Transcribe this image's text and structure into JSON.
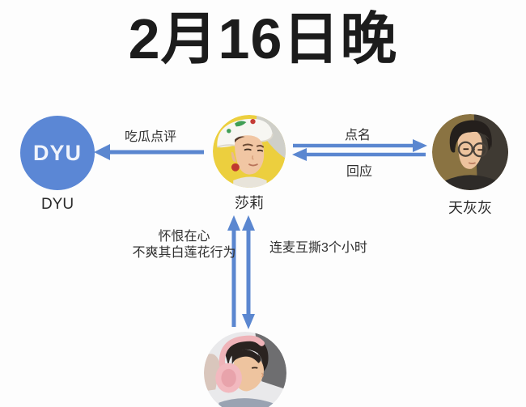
{
  "title": "2月16日晚",
  "nodes": {
    "dyu": {
      "circle_text": "DYU",
      "label": "DYU"
    },
    "shali": {
      "label": "莎莉",
      "avatar": "person-white-cap-yellow-bg"
    },
    "tianhuihui": {
      "label": "天灰灰",
      "avatar": "person-glasses-dark-hair"
    },
    "headphones_person": {
      "avatar": "person-pink-headphones"
    }
  },
  "edges": {
    "gossip": {
      "label": "吃瓜点评",
      "direction": "shali→dyu"
    },
    "callout": {
      "label": "点名",
      "direction": "shali→tianhuihui"
    },
    "reply": {
      "label": "回应",
      "direction": "tianhuihui→shali"
    },
    "grudge": {
      "label_line1": "怀恨在心",
      "label_line2": "不爽其白莲花行为",
      "direction": "headphones_person→shali"
    },
    "mic_fight": {
      "label": "连麦互撕3个小时",
      "direction": "shali↔headphones_person"
    }
  },
  "colors": {
    "arrow": "#5b87d0",
    "dyu_circle": "#5b87d5",
    "background": "#fdfdfd"
  }
}
